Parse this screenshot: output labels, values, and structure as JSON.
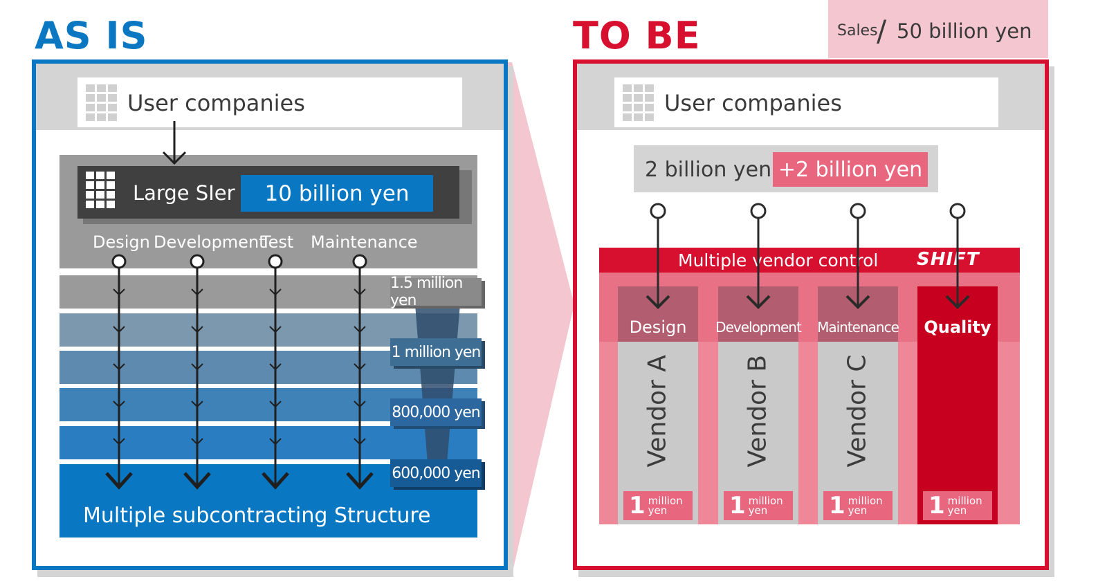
{
  "as_is": {
    "heading": "AS IS",
    "user_companies": "User companies",
    "large_sier": "Large SIer",
    "sier_amount": "10 billion yen",
    "tasks": [
      "Design",
      "Development",
      "Test",
      "Maintenance"
    ],
    "tier_amounts": [
      "1.5 million yen",
      "1 million yen",
      "800,000 yen",
      "600,000 yen"
    ],
    "structure_label": "Multiple subcontracting Structure"
  },
  "to_be": {
    "heading": "TO BE",
    "sales_label": "Sales",
    "sales_amount": "50 billion yen",
    "user_companies": "User companies",
    "base_amount": "2 billion yen",
    "added_amount": "+2 billion yen",
    "vendor_control": "Multiple vendor control",
    "logo": "SHIFT",
    "functions": [
      "Design",
      "Development",
      "Maintenance",
      "Quality"
    ],
    "vendors": [
      "Vendor A",
      "Vendor B",
      "Vendor C"
    ],
    "badge_number": "1",
    "badge_line1": "million",
    "badge_line2": "yen"
  },
  "colors": {
    "as_is_blue": "#0a77c2",
    "to_be_red": "#d6102e",
    "pink": "#e8677f"
  }
}
